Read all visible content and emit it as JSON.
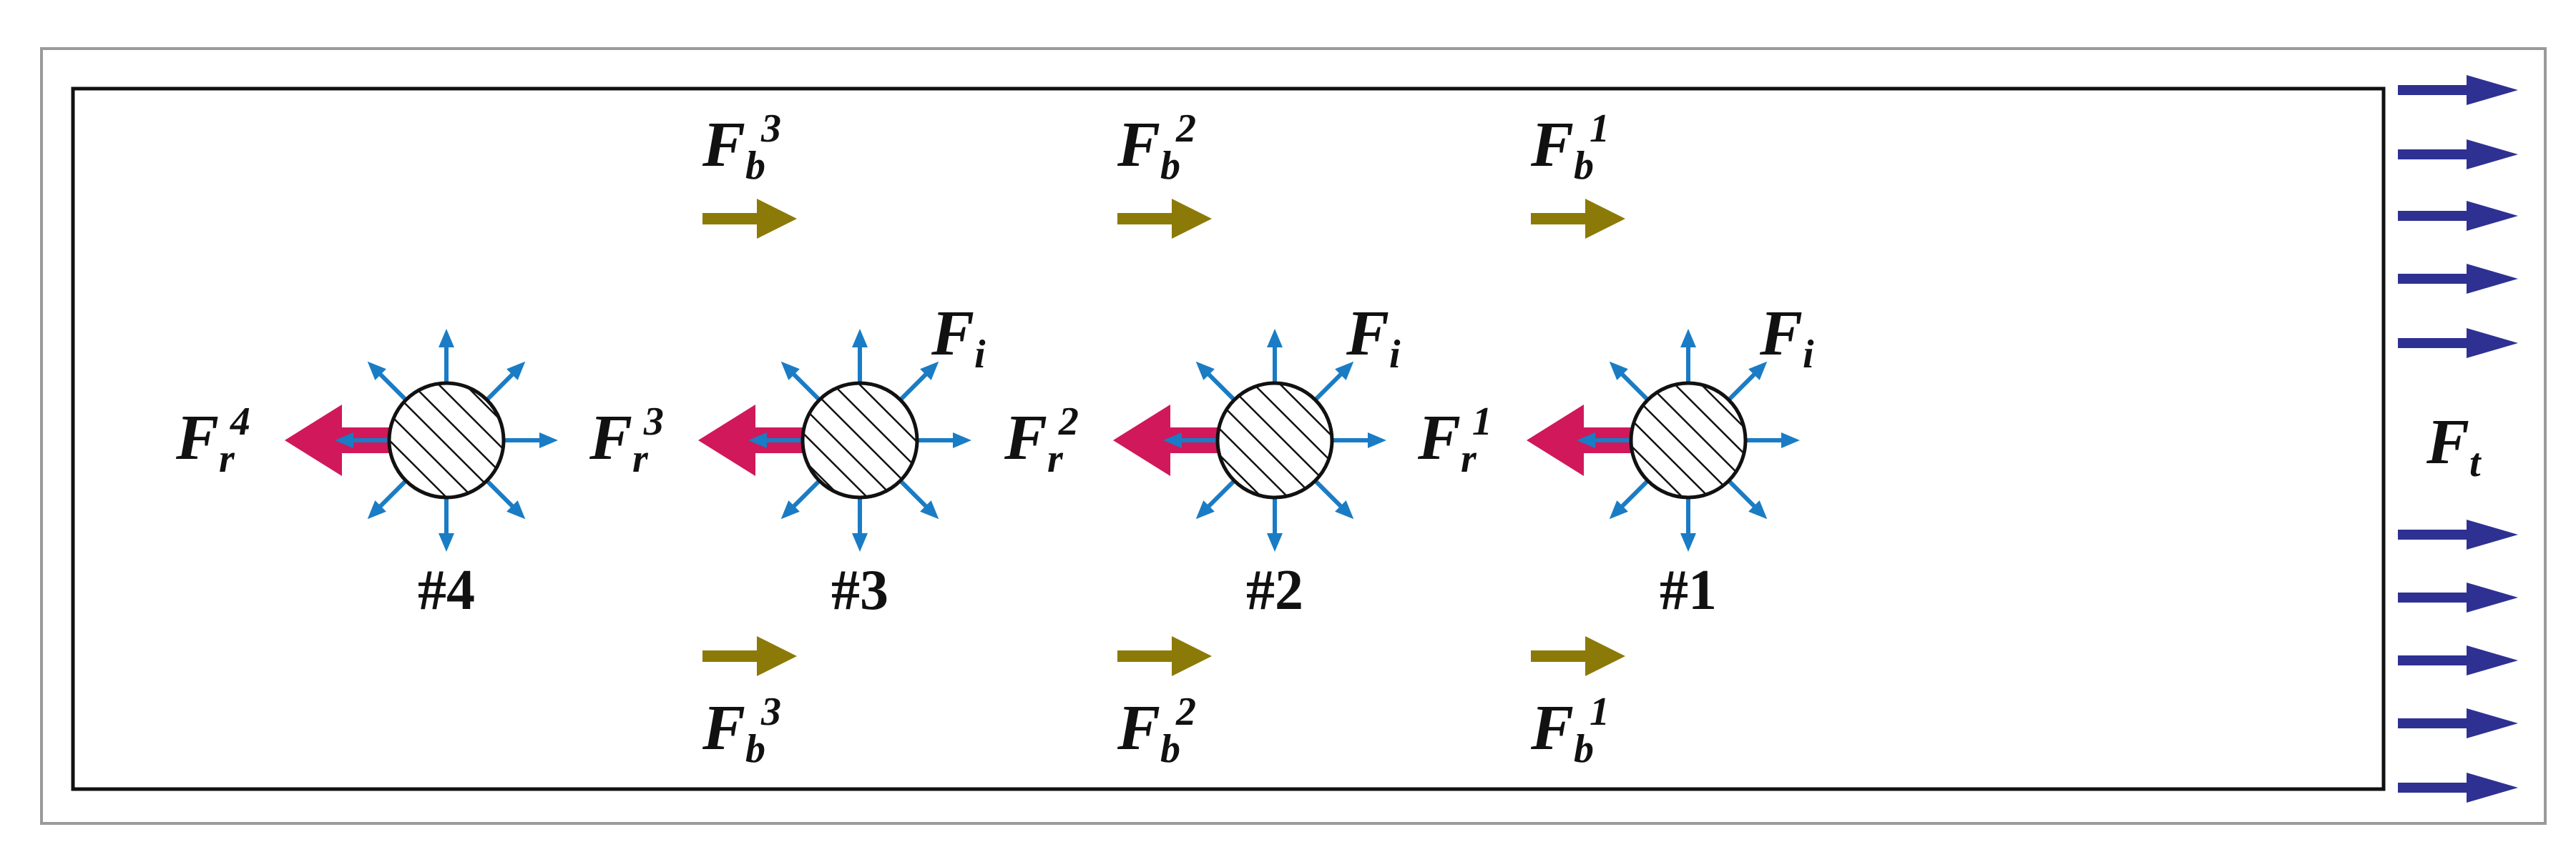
{
  "colors": {
    "frame": "#9a9a9a",
    "box": "#111111",
    "buoyancy_arrow": "#8c7a08",
    "resistance_arrow": "#d0185a",
    "interaction_arrow": "#1a7cc4",
    "traction_arrow": "#2e3192",
    "hatch": "#111111"
  },
  "traction": {
    "symbol": "F",
    "subscript": "t",
    "arrow_count": 10
  },
  "particles": [
    {
      "label": "#4",
      "resistance": {
        "symbol": "F",
        "subscript": "r",
        "superscript": "4"
      },
      "interaction": null,
      "buoyancy_top": null,
      "buoyancy_bottom": null
    },
    {
      "label": "#3",
      "resistance": {
        "symbol": "F",
        "subscript": "r",
        "superscript": "3"
      },
      "interaction": {
        "symbol": "F",
        "subscript": "i"
      },
      "buoyancy_top": {
        "symbol": "F",
        "subscript": "b",
        "superscript": "3"
      },
      "buoyancy_bottom": {
        "symbol": "F",
        "subscript": "b",
        "superscript": "3"
      }
    },
    {
      "label": "#2",
      "resistance": {
        "symbol": "F",
        "subscript": "r",
        "superscript": "2"
      },
      "interaction": {
        "symbol": "F",
        "subscript": "i"
      },
      "buoyancy_top": {
        "symbol": "F",
        "subscript": "b",
        "superscript": "2"
      },
      "buoyancy_bottom": {
        "symbol": "F",
        "subscript": "b",
        "superscript": "2"
      }
    },
    {
      "label": "#1",
      "resistance": {
        "symbol": "F",
        "subscript": "r",
        "superscript": "1"
      },
      "interaction": {
        "symbol": "F",
        "subscript": "i"
      },
      "buoyancy_top": {
        "symbol": "F",
        "subscript": "b",
        "superscript": "1"
      },
      "buoyancy_bottom": {
        "symbol": "F",
        "subscript": "b",
        "superscript": "1"
      }
    }
  ]
}
